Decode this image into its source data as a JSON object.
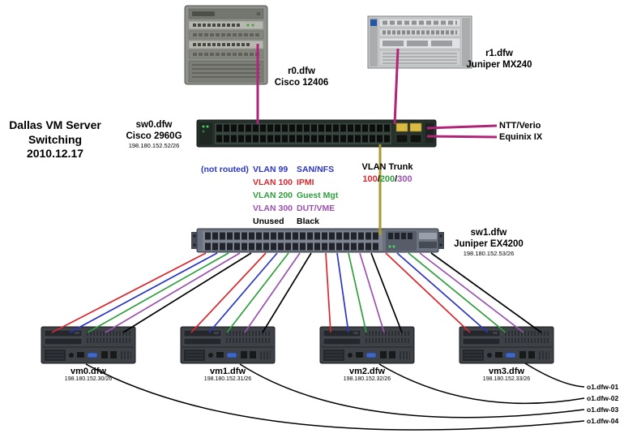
{
  "title": {
    "line1": "Dallas VM Server",
    "line2": "Switching",
    "line3": "2010.12.17"
  },
  "routers": {
    "r0": {
      "name": "r0.dfw",
      "model": "Cisco 12406"
    },
    "r1": {
      "name": "r1.dfw",
      "model": "Juniper MX240"
    }
  },
  "switches": {
    "sw0": {
      "name": "sw0.dfw",
      "model": "Cisco 2960G",
      "ip": "198.180.152.52/26"
    },
    "sw1": {
      "name": "sw1.dfw",
      "model": "Juniper EX4200",
      "ip": "198.180.152.53/26"
    }
  },
  "uplinks": {
    "ntt": "NTT/Verio",
    "equinix": "Equinix IX"
  },
  "legend": {
    "not_routed_prefix": "(not routed)",
    "rows": [
      {
        "vlan": "VLAN 99",
        "purpose": "SAN/NFS",
        "color": "#2b35c4"
      },
      {
        "vlan": "VLAN 100",
        "purpose": "IPMI",
        "color": "#d9272e"
      },
      {
        "vlan": "VLAN 200",
        "purpose": "Guest Mgt",
        "color": "#2f9e3c"
      },
      {
        "vlan": "VLAN 300",
        "purpose": "DUT/VME",
        "color": "#9a51b0"
      },
      {
        "vlan": "Unused",
        "purpose": "Black",
        "color": "#000000"
      }
    ],
    "trunk": {
      "title": "VLAN Trunk",
      "parts": [
        {
          "text": "100",
          "color": "#d9272e"
        },
        {
          "text": "/",
          "color": "#000000"
        },
        {
          "text": "200",
          "color": "#2f9e3c"
        },
        {
          "text": "/",
          "color": "#000000"
        },
        {
          "text": "300",
          "color": "#9a51b0"
        }
      ]
    }
  },
  "servers": [
    {
      "name": "vm0.dfw",
      "ip": "198.180.152.30/26"
    },
    {
      "name": "vm1.dfw",
      "ip": "198.180.152.31/26"
    },
    {
      "name": "vm2.dfw",
      "ip": "198.180.152.32/26"
    },
    {
      "name": "vm3.dfw",
      "ip": "198.180.152.33/26"
    }
  ],
  "external_links": [
    "o1.dfw-01",
    "o1.dfw-02",
    "o1.dfw-03",
    "o1.dfw-04"
  ],
  "link_colors": {
    "router_uplink": "#b0257a",
    "vlan_trunk": "#a89a30",
    "vlan99": "#2b35c4",
    "vlan100": "#d9272e",
    "vlan200": "#2f9e3c",
    "vlan300": "#9a51b0",
    "unused": "#000000"
  }
}
